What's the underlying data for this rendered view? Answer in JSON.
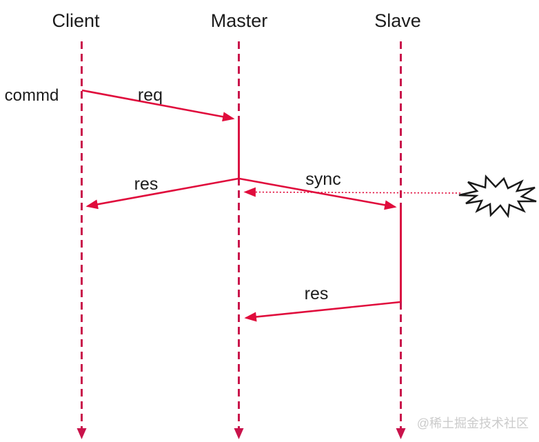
{
  "diagram": {
    "type": "sequence-diagram",
    "actors": [
      {
        "name": "Client"
      },
      {
        "name": "Master"
      },
      {
        "name": "Slave"
      }
    ],
    "annotation": {
      "label": "commd"
    },
    "messages": [
      {
        "label": "req",
        "from": "Client",
        "to": "Master",
        "style": "solid-arrow"
      },
      {
        "label": "res",
        "from": "Master",
        "to": "Client",
        "style": "solid-arrow"
      },
      {
        "label": "sync",
        "from": "Master",
        "to": "Slave",
        "style": "solid-arrow"
      },
      {
        "label": "",
        "from": "crash-starburst",
        "to": "Master",
        "style": "dotted-arrow"
      },
      {
        "label": "res",
        "from": "Slave",
        "to": "Master",
        "style": "solid-arrow"
      }
    ],
    "icons": {
      "crash": "starburst-icon"
    },
    "colors": {
      "message_line": "#e00c3c",
      "lifeline": "#c9134b",
      "text": "#1c1c1c",
      "starburst_outline": "#1a1a1a",
      "starburst_fill": "#ffffff",
      "watermark": "#cbcbcb"
    }
  },
  "watermark": {
    "text": "@稀土掘金技术社区"
  }
}
